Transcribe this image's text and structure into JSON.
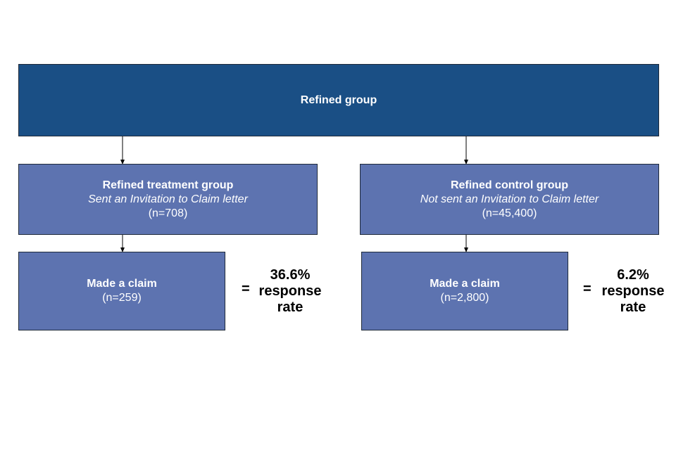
{
  "top": {
    "title": "Refined group"
  },
  "treatment": {
    "title": "Refined treatment group",
    "subtitle": "Sent an Invitation to Claim letter",
    "count": "(n=708)",
    "outcome_title": "Made a claim",
    "outcome_count": "(n=259)",
    "equals": "=",
    "rate_value": "36.6%",
    "rate_word1": "response",
    "rate_word2": "rate"
  },
  "control": {
    "title": "Refined control group",
    "subtitle": "Not sent an Invitation to Claim letter",
    "count": "(n=45,400)",
    "outcome_title": "Made a claim",
    "outcome_count": "(n=2,800)",
    "equals": "=",
    "rate_value": "6.2%",
    "rate_word1": "response",
    "rate_word2": "rate"
  },
  "colors": {
    "top_box": "#1a4f85",
    "group_box": "#5d73b0",
    "text_on_box": "#ffffff",
    "connector": "#000000"
  }
}
